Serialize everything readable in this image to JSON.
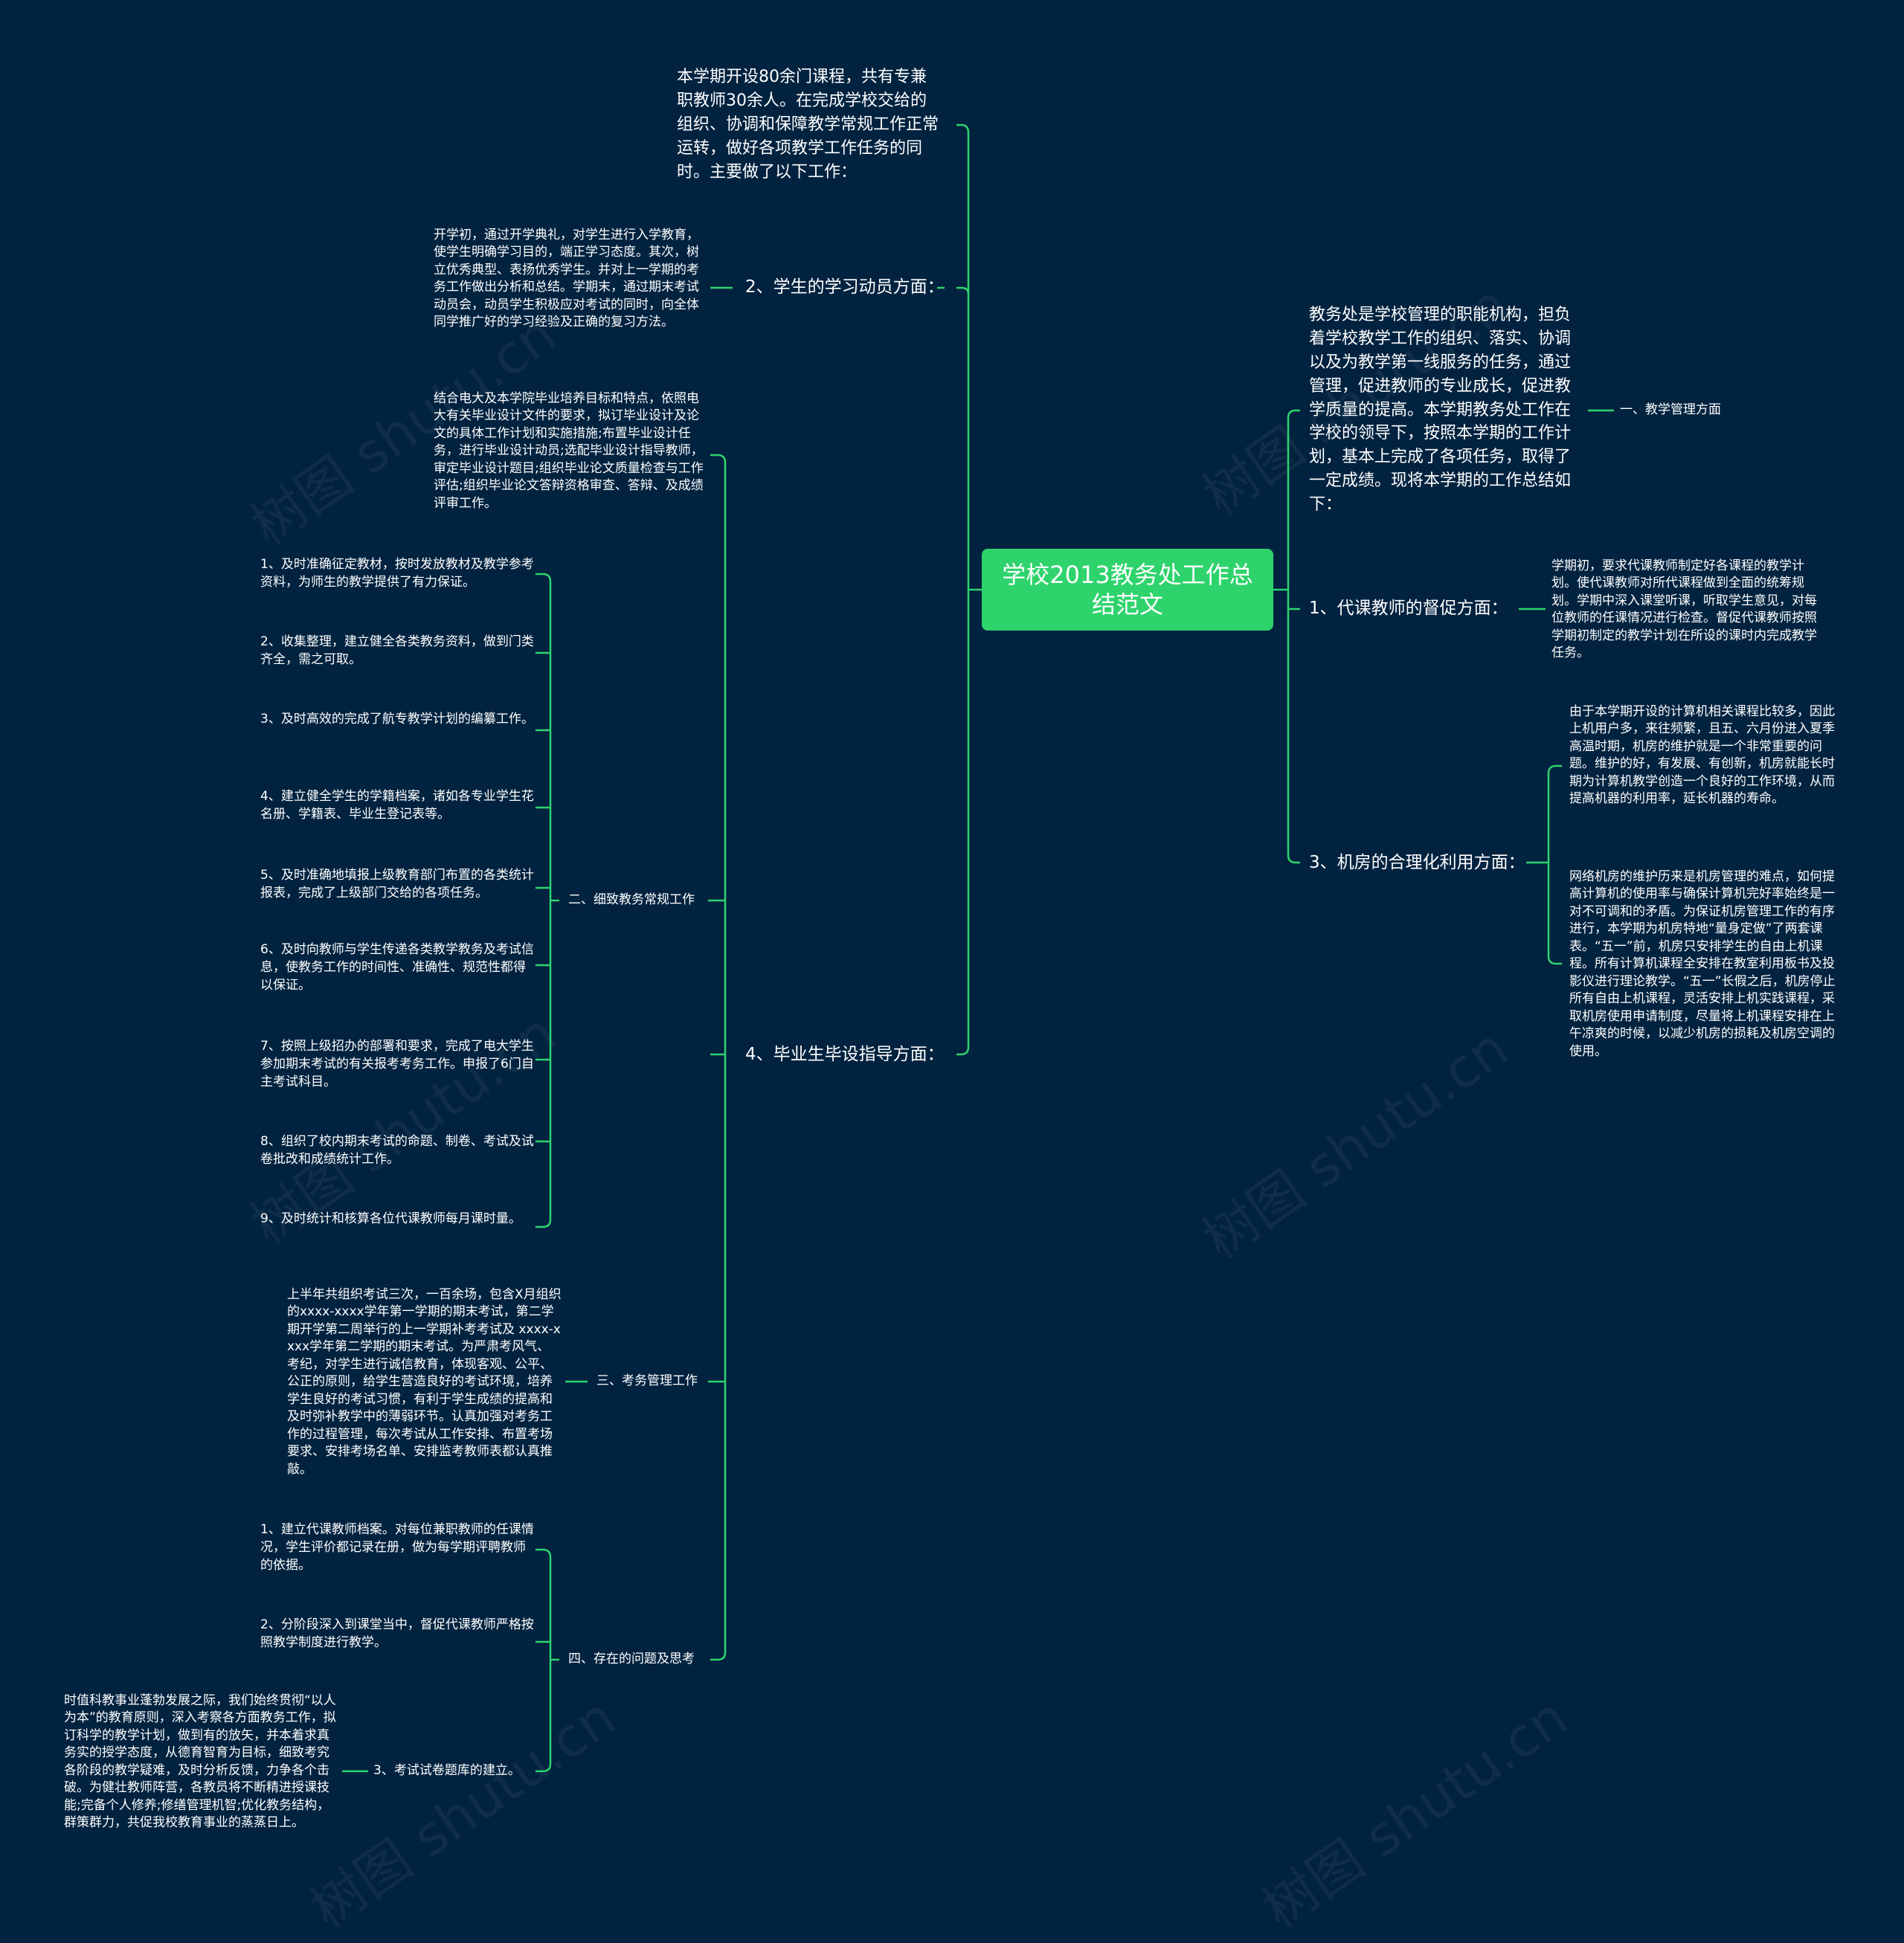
{
  "root": {
    "title": "学校2013教务处工作总结范文"
  },
  "right": {
    "intro_label": "一、教学管理方面",
    "intro_text": "教务处是学校管理的职能机构，担负着学校教学工作的组织、落实、协调以及为教学第一线服务的任务，通过管理，促进教师的专业成长，促进教学质量的提高。本学期教务处工作在学校的领导下，按照本学期的工作计划，基本上完成了各项任务，取得了一定成绩。现将本学期的工作总结如下：",
    "b1_label": "1、代课教师的督促方面：",
    "b1_text": "学期初，要求代课教师制定好各课程的教学计划。使代课教师对所代课程做到全面的统筹规划。学期中深入课堂听课，听取学生意见，对每位教师的任课情况进行检查。督促代课教师按照学期初制定的教学计划在所设的课时内完成教学任务。",
    "b3_label": "3、机房的合理化利用方面：",
    "b3_text1": "由于本学期开设的计算机相关课程比较多，因此上机用户多，来往频繁，且五、六月份进入夏季高温时期，机房的维护就是一个非常重要的问题。维护的好，有发展、有创新，机房就能长时期为计算机教学创造一个良好的工作环境，从而提高机器的利用率，延长机器的寿命。",
    "b3_text2": "网络机房的维护历来是机房管理的难点，如何提高计算机的使用率与确保计算机完好率始终是一对不可调和的矛盾。为保证机房管理工作的有序进行，本学期为机房特地“量身定做”了两套课表。“五一”前，机房只安排学生的自由上机课程。所有计算机课程全安排在教室利用板书及投影仪进行理论教学。“五一”长假之后，机房停止所有自由上机课程，灵活安排上机实践课程，采取机房使用申请制度，尽量将上机课程安排在上午凉爽的时候，以减少机房的损耗及机房空调的使用。"
  },
  "left": {
    "intro_text": "本学期开设80余门课程，共有专兼职教师30余人。在完成学校交给的组织、协调和保障教学常规工作正常运转，做好各项教学工作任务的同时。主要做了以下工作：",
    "b2_label": "2、学生的学习动员方面：",
    "b2_text": "开学初，通过开学典礼，对学生进行入学教育，使学生明确学习目的，端正学习态度。其次，树立优秀典型、表扬优秀学生。并对上一学期的考务工作做出分析和总结。学期末，通过期末考试动员会，动员学生积极应对考试的同时，向全体同学推广好的学习经验及正确的复习方法。",
    "b4_label": "4、毕业生毕设指导方面：",
    "b4_text": "结合电大及本学院毕业培养目标和特点，依照电大有关毕业设计文件的要求，拟订毕业设计及论文的具体工作计划和实施措施;布置毕业设计任务，进行毕业设计动员;选配毕业设计指导教师，审定毕业设计题目;组织毕业论文质量检查与工作评估;组织毕业论文答辩资格审查、答辩、及成绩评审工作。",
    "s2_label": "二、细致教务常规工作",
    "s2_items": [
      "1、及时准确征定教材，按时发放教材及教学参考资料，为师生的教学提供了有力保证。",
      "2、收集整理，建立健全各类教务资料，做到门类齐全，需之可取。",
      "3、及时高效的完成了航专教学计划的编纂工作。",
      "4、建立健全学生的学籍档案，诸如各专业学生花名册、学籍表、毕业生登记表等。",
      "5、及时准确地填报上级教育部门布置的各类统计报表，完成了上级部门交给的各项任务。",
      "6、及时向教师与学生传递各类教学教务及考试信息，使教务工作的时间性、准确性、规范性都得以保证。",
      "7、按照上级招办的部署和要求，完成了电大学生参加期末考试的有关报考考务工作。申报了6门自主考试科目。",
      "8、组织了校内期末考试的命题、制卷、考试及试卷批改和成绩统计工作。",
      "9、及时统计和核算各位代课教师每月课时量。"
    ],
    "s3_label": "三、考务管理工作",
    "s3_text": "上半年共组织考试三次，一百余场，包含X月组织的xxxx-xxxx学年第一学期的期末考试，第二学期开学第二周举行的上一学期补考考试及 xxxx-xxxx学年第二学期的期末考试。为严肃考风气、考纪，对学生进行诚信教育，体现客观、公平、公正的原则，给学生营造良好的考试环境，培养学生良好的考试习惯，有利于学生成绩的提高和及时弥补教学中的薄弱环节。认真加强对考务工作的过程管理，每次考试从工作安排、布置考场要求、安排考场名单、安排监考教师表都认真推敲。",
    "s4_label": "四、存在的问题及思考",
    "s4_items": [
      "1、建立代课教师档案。对每位兼职教师的任课情况，学生评价都记录在册，做为每学期评聘教师的依据。",
      "2、分阶段深入到课堂当中，督促代课教师严格按照教学制度进行教学。"
    ],
    "s4_3_label": "3、考试试卷题库的建立。",
    "s4_3_text": "时值科教事业蓬勃发展之际，我们始终贯彻“以人为本”的教育原则，深入考察各方面教务工作，拟订科学的教学计划，做到有的放矢，并本着求真务实的授学态度，从德育智育为目标，细致考究各阶段的教学疑难，及时分析反馈，力争各个击破。为健壮教师阵营，各教员将不断精进授课技能;完备个人修养;修缮管理机智;优化教务结构，群策群力，共促我校教育事业的蒸蒸日上。"
  },
  "watermark": "树图 shutu.cn",
  "colors": {
    "background": "#022340",
    "accent": "#2ed36c",
    "text": "#ffffff"
  }
}
